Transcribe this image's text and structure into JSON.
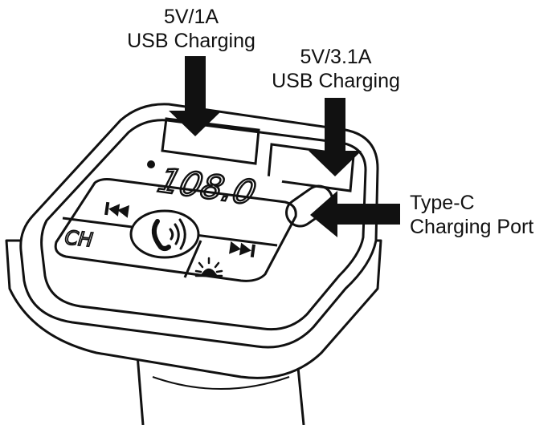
{
  "labels": {
    "usb1_line1": "5V/1A",
    "usb1_line2": "USB Charging",
    "usb2_line1": "5V/3.1A",
    "usb2_line2": "USB Charging",
    "typec_line1": "Type-C",
    "typec_line2": "Charging Port"
  },
  "device": {
    "display_value": "108.0",
    "ch_button": "CH"
  },
  "icons": {
    "prev": "skip-previous-icon",
    "next": "skip-next-icon",
    "phone": "phone-call-icon",
    "light": "light-icon"
  },
  "colors": {
    "ink": "#111111",
    "background": "#ffffff"
  }
}
